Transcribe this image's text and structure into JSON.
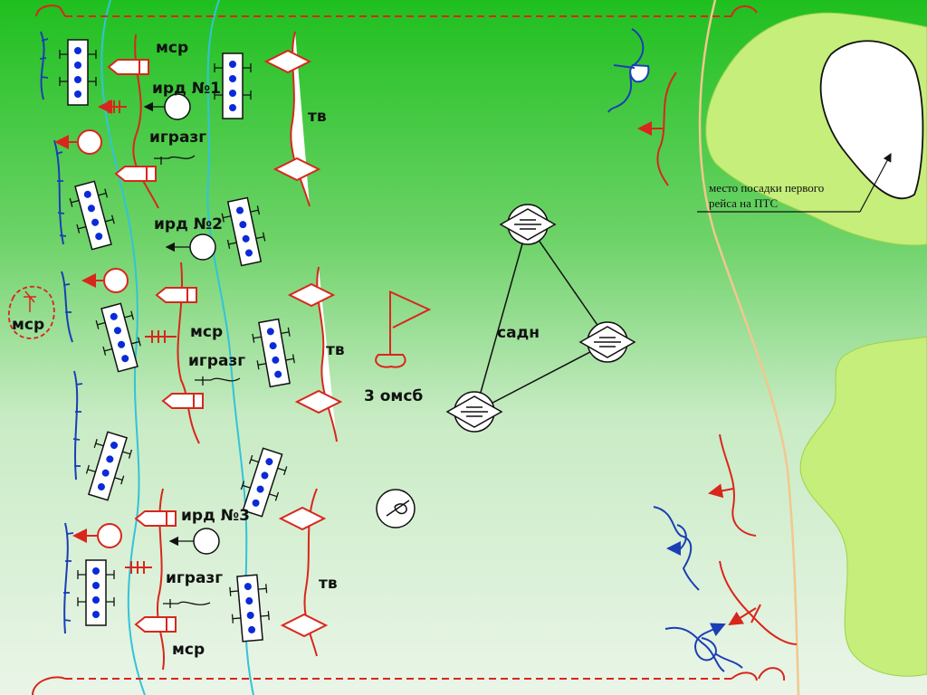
{
  "labels": {
    "msr_top": "мср",
    "ird1": "ирд №1",
    "igrazg1": "игразг",
    "tv1": "тв",
    "ird2": "ирд №2",
    "msr_left": "мср",
    "msr_mid": "мср",
    "igrazg2": "игразг",
    "tv2": "тв",
    "omsb": "3 омсб",
    "sadn": "садн",
    "ird3": "ирд №3",
    "igrazg3": "игразг",
    "tv3": "тв",
    "msr_bottom": "мср",
    "landing_line1": "место посадки первого",
    "landing_line2": "рейса на ПТС"
  },
  "colors": {
    "field_top": "#1fbf1f",
    "field_bottom": "#eaf5e8",
    "light_zone": "#c5ee7a",
    "river": "#33c3d8",
    "friendly_red": "#d9261c",
    "enemy_blue": "#1a3fb5",
    "unit_dot": "#0a2ad8",
    "border": "#d9261c",
    "sandy": "#f1c88e"
  }
}
